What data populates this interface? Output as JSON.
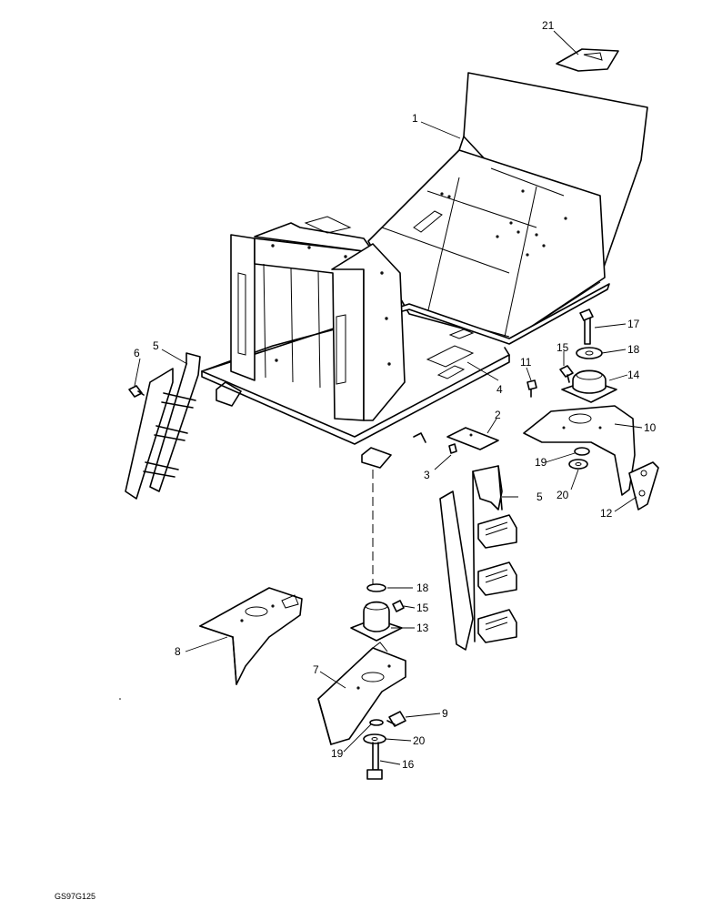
{
  "drawing_code": "GS97G125",
  "callouts": [
    "21",
    "1",
    "17",
    "18",
    "6",
    "5",
    "15",
    "14",
    "11",
    "4",
    "2",
    "10",
    "3",
    "19",
    "20",
    "12",
    "5",
    "18",
    "15",
    "13",
    "8",
    "7",
    "9",
    "20",
    "19",
    "16"
  ]
}
